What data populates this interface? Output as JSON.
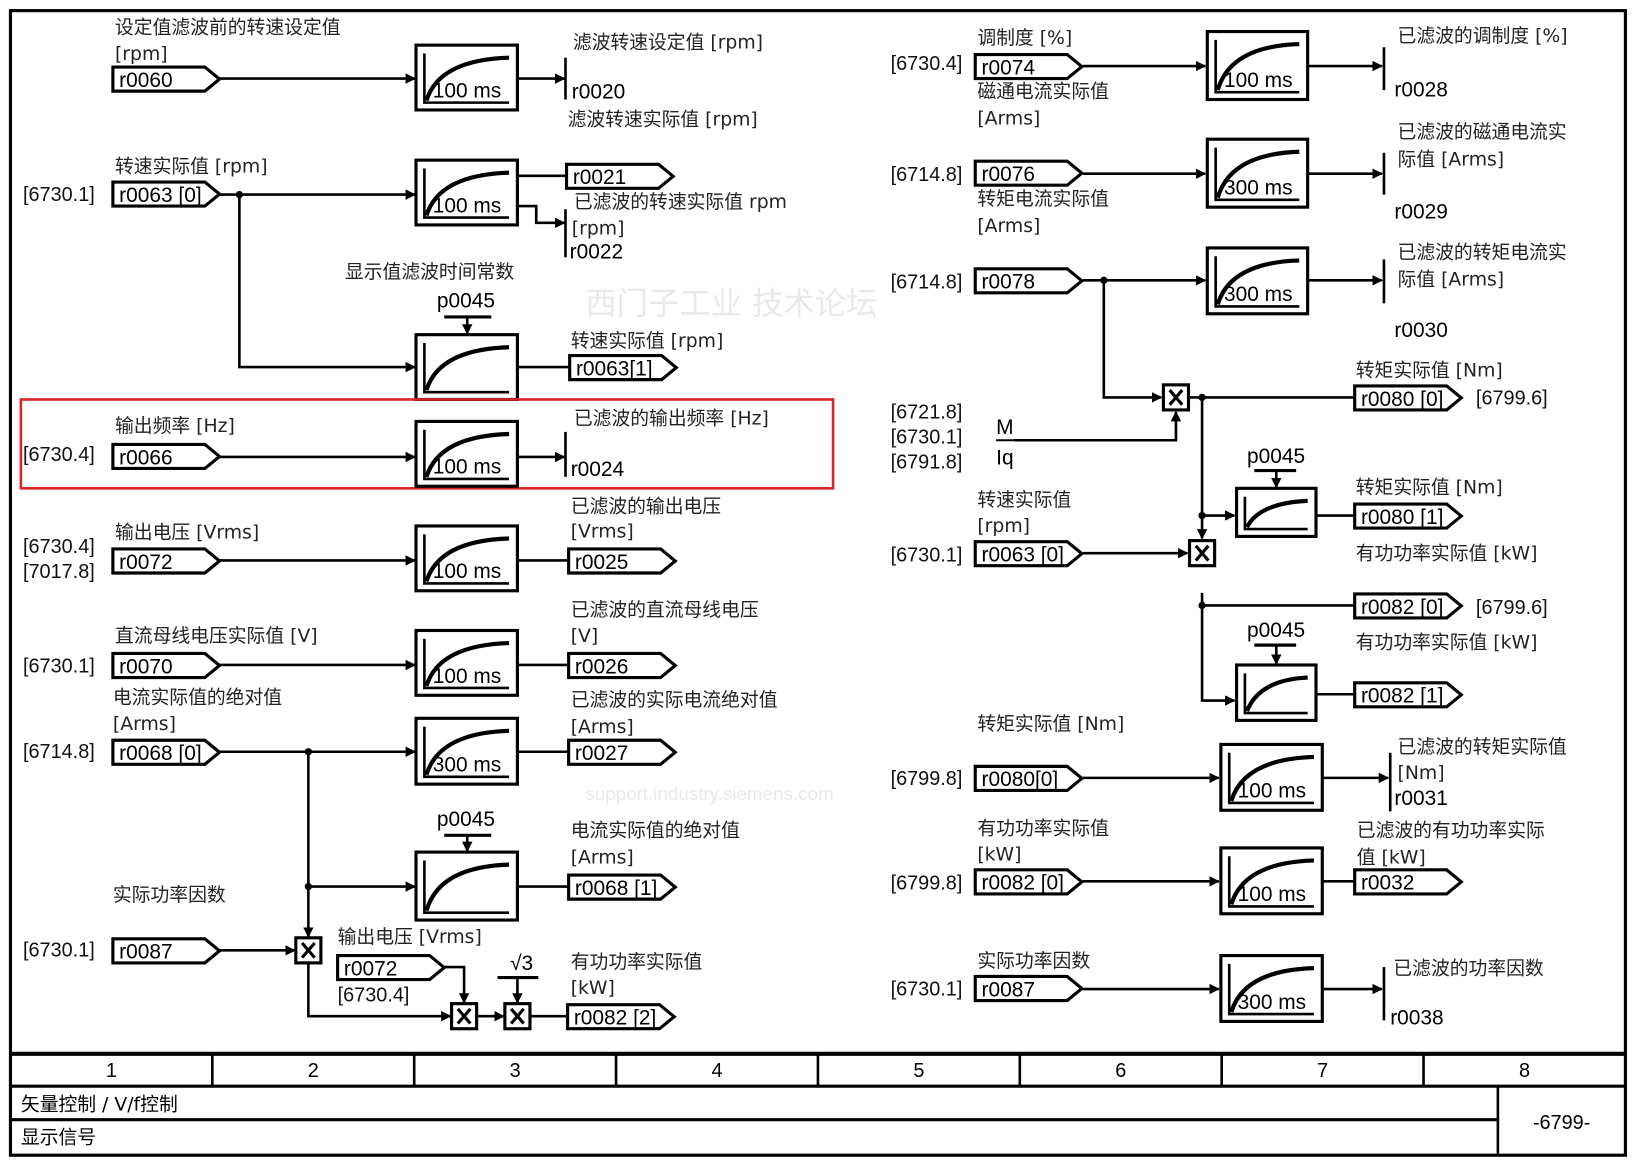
{
  "labels": {
    "l_sp_pre": "设定值滤波前的转速设定值",
    "l_sp_pre_u": "[rpm]",
    "s_r0060": "r0060",
    "f1": "100 ms",
    "o_sp_filt": "滤波转速设定值 [rpm]",
    "o_r0020": "r0020",
    "o_n_filt": "滤波转速实际值 [rpm]",
    "l_n_act": "转速实际值 [rpm]",
    "ref_6730_1_a": "[6730.1]",
    "s_r0063_0": "r0063 [0]",
    "f2": "100 ms",
    "s_r0021": "r0021",
    "o_n_filt2": "已滤波的转速实际值 rpm",
    "o_n_filt2_u": "[rpm]",
    "o_r0022": "r0022",
    "l_disp_tc": "显示值滤波时间常数",
    "p0045_a": "p0045",
    "o_n_act": "转速实际值 [rpm]",
    "s_r0063_1": "r0063[1]",
    "l_freq": "输出频率 [Hz]",
    "ref_6730_4_a": "[6730.4]",
    "s_r0066": "r0066",
    "f3": "100 ms",
    "o_freq_filt": "已滤波的输出频率 [Hz]",
    "o_r0024": "r0024",
    "l_volt": "输出电压 [Vrms]",
    "ref_6730_4_b": "[6730.4]",
    "ref_7017_8": "[7017.8]",
    "s_r0072": "r0072",
    "f4": "100 ms",
    "o_volt_filt": "已滤波的输出电压",
    "o_volt_filt_u": "[Vrms]",
    "s_r0025": "r0025",
    "l_dc": "直流母线电压实际值 [V]",
    "ref_6730_1_b": "[6730.1]",
    "s_r0070": "r0070",
    "f5": "100 ms",
    "o_dc_filt": "已滤波的直流母线电压",
    "o_dc_filt_u": "[V]",
    "s_r0026": "r0026",
    "l_iabs": "电流实际值的绝对值",
    "l_iabs_u": "[Arms]",
    "ref_6714_8_a": "[6714.8]",
    "s_r0068_0": "r0068 [0]",
    "f6": "300 ms",
    "o_iabs_filt": "已滤波的实际电流绝对值",
    "o_iabs_filt_u": "[Arms]",
    "s_r0027": "r0027",
    "p0045_b": "p0045",
    "o_iabs": "电流实际值的绝对值",
    "o_iabs_u": "[Arms]",
    "s_r0068_1": "r0068 [1]",
    "l_pf": "实际功率因数",
    "ref_6730_1_c": "[6730.1]",
    "s_r0087": "r0087",
    "l_volt2": "输出电压 [Vrms]",
    "s_r0072_b": "r0072",
    "ref_6730_4_c": "[6730.4]",
    "sqrt3": "√3",
    "o_p": "有功功率实际值",
    "o_p_u": "[kW]",
    "s_r0082_2": "r0082 [2]",
    "l_mod": "调制度 [%]",
    "ref_6730_4_d": "[6730.4]",
    "s_r0074": "r0074",
    "f7": "100 ms",
    "o_mod_filt": "已滤波的调制度 [%]",
    "o_r0028": "r0028",
    "l_iflux": "磁通电流实际值",
    "l_iflux_u": "[Arms]",
    "ref_6714_8_b": "[6714.8]",
    "s_r0076": "r0076",
    "f8": "300 ms",
    "o_iflux_filt": "已滤波的磁通电流实",
    "o_iflux_filt2": "际值 [Arms]",
    "o_r0029": "r0029",
    "l_itq": "转矩电流实际值",
    "l_itq_u": "[Arms]",
    "ref_6714_8_c": "[6714.8]",
    "s_r0078": "r0078",
    "f9": "300 ms",
    "o_itq_filt": "已滤波的转矩电流实",
    "o_itq_filt2": "际值 [Arms]",
    "o_r0030": "r0030",
    "ref_6721_8": "[6721.8]",
    "ref_6730_1_d": "[6730.1]",
    "ref_6791_8": "[6791.8]",
    "m_label": "M",
    "iq_label": "Iq",
    "o_tq": "转矩实际值 [Nm]",
    "s_r0080_0": "r0080 [0]",
    "ref_6799_6_a": "[6799.6]",
    "p0045_c": "p0045",
    "o_tq2": "转矩实际值 [Nm]",
    "s_r0080_1": "r0080 [1]",
    "l_n_act2": "转速实际值",
    "l_n_act2_u": "[rpm]",
    "ref_6730_1_e": "[6730.1]",
    "s_r0063_0_b": "r0063 [0]",
    "o_p2": "有功功率实际值 [kW]",
    "s_r0082_0": "r0082 [0]",
    "ref_6799_6_b": "[6799.6]",
    "p0045_d": "p0045",
    "o_p3": "有功功率实际值 [kW]",
    "s_r0082_1": "r0082 [1]",
    "l_tq": "转矩实际值 [Nm]",
    "ref_6799_8_a": "[6799.8]",
    "s_r0080_0_b": "r0080[0]",
    "f10": "100 ms",
    "o_tq_filt": "已滤波的转矩实际值",
    "o_tq_filt_u": "[Nm]",
    "o_r0031": "r0031",
    "l_p": "有功功率实际值",
    "l_p_u": "[kW]",
    "ref_6799_8_b": "[6799.8]",
    "s_r0082_0_b": "r0082 [0]",
    "f11": "100 ms",
    "o_p_filt": "已滤波的有功功率实际",
    "o_p_filt2": "值 [kW]",
    "s_r0032": "r0032",
    "l_pf2": "实际功率因数",
    "ref_6730_1_f": "[6730.1]",
    "s_r0087_b": "r0087",
    "f12": "300 ms",
    "o_pf_filt": "已滤波的功率因数",
    "o_r0038": "r0038"
  },
  "footer": {
    "columns": [
      "1",
      "2",
      "3",
      "4",
      "5",
      "6",
      "7",
      "8"
    ],
    "title1": "矢量控制 / V/f控制",
    "title2": "显示信号",
    "sheet": "-6799-"
  },
  "watermark": {
    "text1": "西门子工业 技术论坛",
    "text2": "support.industry.siemens.com"
  },
  "colors": {
    "line": "#000000",
    "highlight": "#d9262b"
  }
}
